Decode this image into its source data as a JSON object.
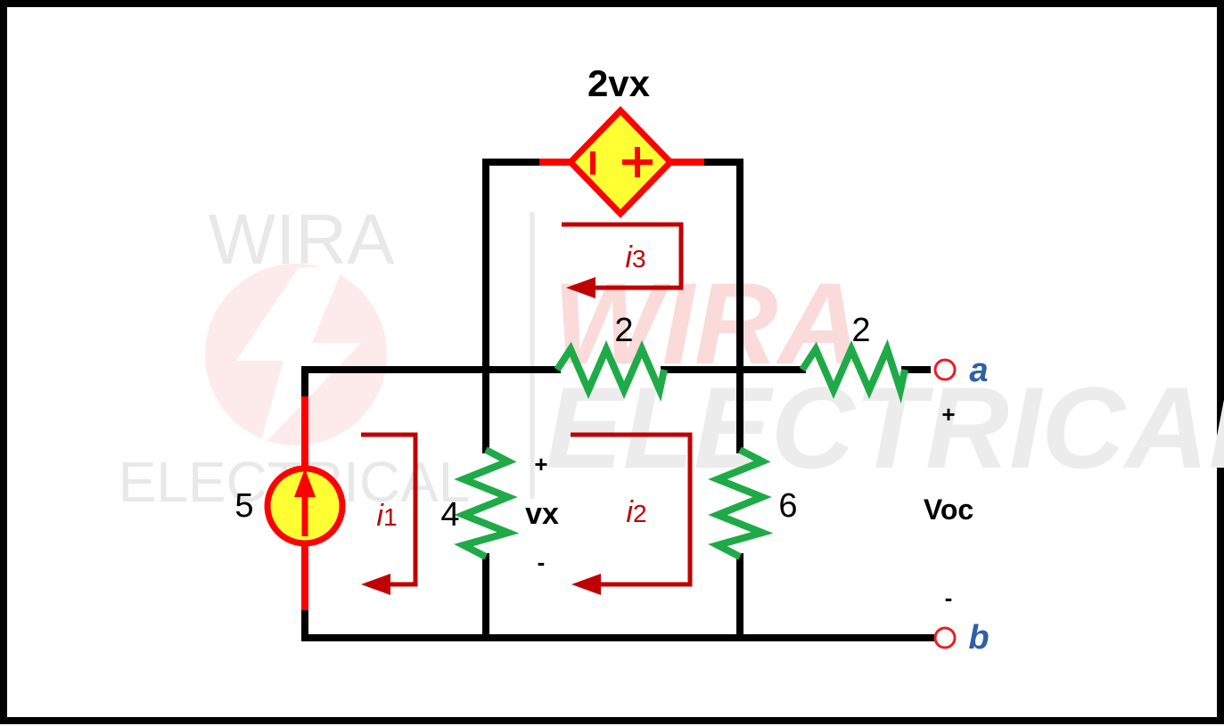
{
  "watermark": {
    "logo_top": "WIRA",
    "logo_bottom": "ELECTRICAL",
    "brand_top": "WIRA",
    "brand_bottom": "ELECTRICAL"
  },
  "labels": {
    "dependent_source": "2vx",
    "current_source_value": "5",
    "r_left": "4",
    "r_mid_top": "2",
    "r_right_top": "2",
    "r_right": "6",
    "vx": "vx",
    "vx_plus": "+",
    "vx_minus": "-",
    "loop1": "i1",
    "loop2": "i2",
    "loop3": "i3",
    "terminal_a": "a",
    "terminal_b": "b",
    "voc": "Voc",
    "voc_plus": "+",
    "voc_minus": "-"
  },
  "colors": {
    "wire": "#000000",
    "source_stroke": "#ff0000",
    "source_fill": "#ffff33",
    "resistor": "#1faa48",
    "loop_arrow": "#c00000",
    "terminal_text": "#2e5fa8",
    "terminal_ring": "#ee1c25"
  }
}
